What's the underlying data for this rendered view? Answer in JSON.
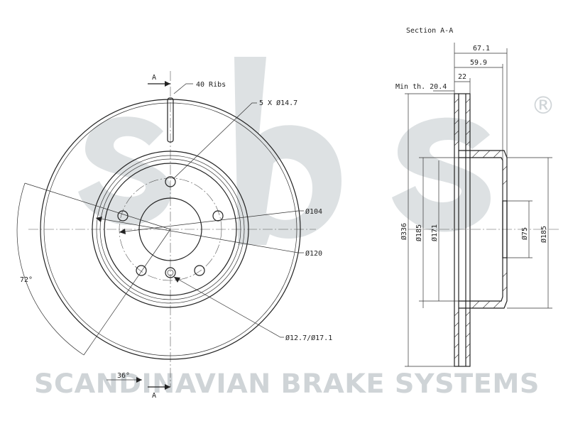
{
  "watermark": {
    "logo_letters": "sbs",
    "registered_mark": "®",
    "company_text": "SCANDINAVIAN BRAKE SYSTEMS",
    "color": "#cfd4d7"
  },
  "front_view": {
    "section_marker_top": "A",
    "section_marker_bottom": "A",
    "ribs_label": "40 Ribs",
    "bolt_holes_label": "5 X Ø14.7",
    "bolt_circle_label": "Ø104",
    "center_bore_label": "Ø120",
    "small_holes_label": "Ø12.7/Ø17.1",
    "angle_outer_label": "72°",
    "angle_inner_label": "36°"
  },
  "section_view": {
    "title": "Section A-A",
    "min_thickness_label": "Min th. 20.4",
    "dim_total_depth": "67.1",
    "dim_hat_depth": "59.9",
    "dim_disc_thickness": "22",
    "dia_outer": "Ø336",
    "dia_hat_outer": "Ø185",
    "dia_hat_inner": "Ø171",
    "dia_bore": "Ø75",
    "dia_hat_right": "Ø185"
  }
}
